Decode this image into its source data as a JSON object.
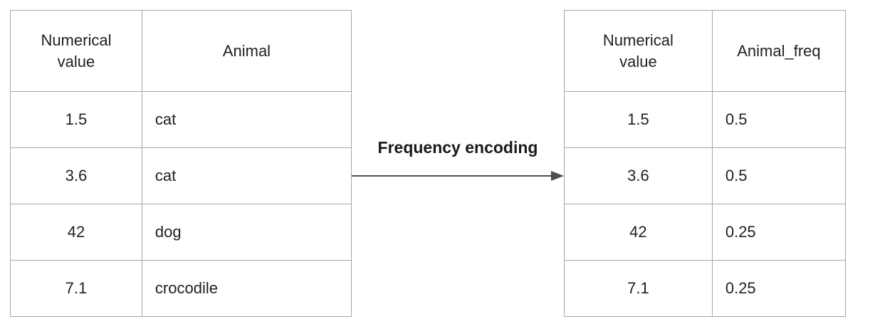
{
  "transform": {
    "label": "Frequency encoding"
  },
  "left_table": {
    "headers": [
      "Numerical value",
      "Animal"
    ],
    "rows": [
      [
        "1.5",
        "cat"
      ],
      [
        "3.6",
        "cat"
      ],
      [
        "42",
        "dog"
      ],
      [
        "7.1",
        "crocodile"
      ]
    ]
  },
  "right_table": {
    "headers": [
      "Numerical value",
      "Animal_freq"
    ],
    "rows": [
      [
        "1.5",
        "0.5"
      ],
      [
        "3.6",
        "0.5"
      ],
      [
        "42",
        "0.25"
      ],
      [
        "7.1",
        "0.25"
      ]
    ]
  },
  "colors": {
    "border": "#a6a6a6",
    "text": "#212121",
    "arrow": "#4d4d4d",
    "background": "#ffffff"
  }
}
